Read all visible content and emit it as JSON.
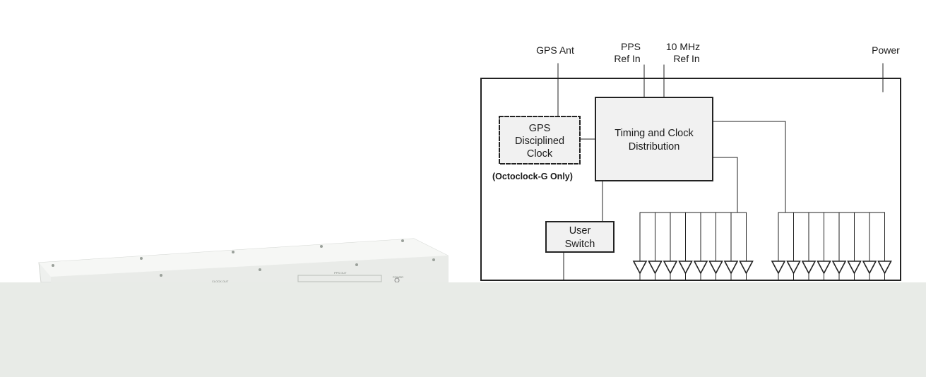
{
  "inputs": {
    "gps_ant": "GPS Ant",
    "pps_line1": "PPS",
    "pps_line2": "Ref In",
    "mhz_line1": "10 MHz",
    "mhz_line2": "Ref In",
    "power": "Power"
  },
  "blocks": {
    "gps_line1": "GPS",
    "gps_line2": "Disciplined",
    "gps_line3": "Clock",
    "gps_note": "(Octoclock-G Only)",
    "timing_line1": "Timing and Clock",
    "timing_line2": "Distribution",
    "switch_line1": "User",
    "switch_line2": "Switch"
  },
  "device": {
    "panel_label": "PPS OUT",
    "left_label": "CLOCK OUT",
    "power_label": "POWER"
  },
  "buffer_banks": [
    {
      "count": 8
    },
    {
      "count": 8
    }
  ],
  "colors": {
    "block_fill": "#f1f1f1",
    "line": "#222222",
    "bottom_band": "#e8ebe7",
    "device_body": "#f2f3f1"
  }
}
